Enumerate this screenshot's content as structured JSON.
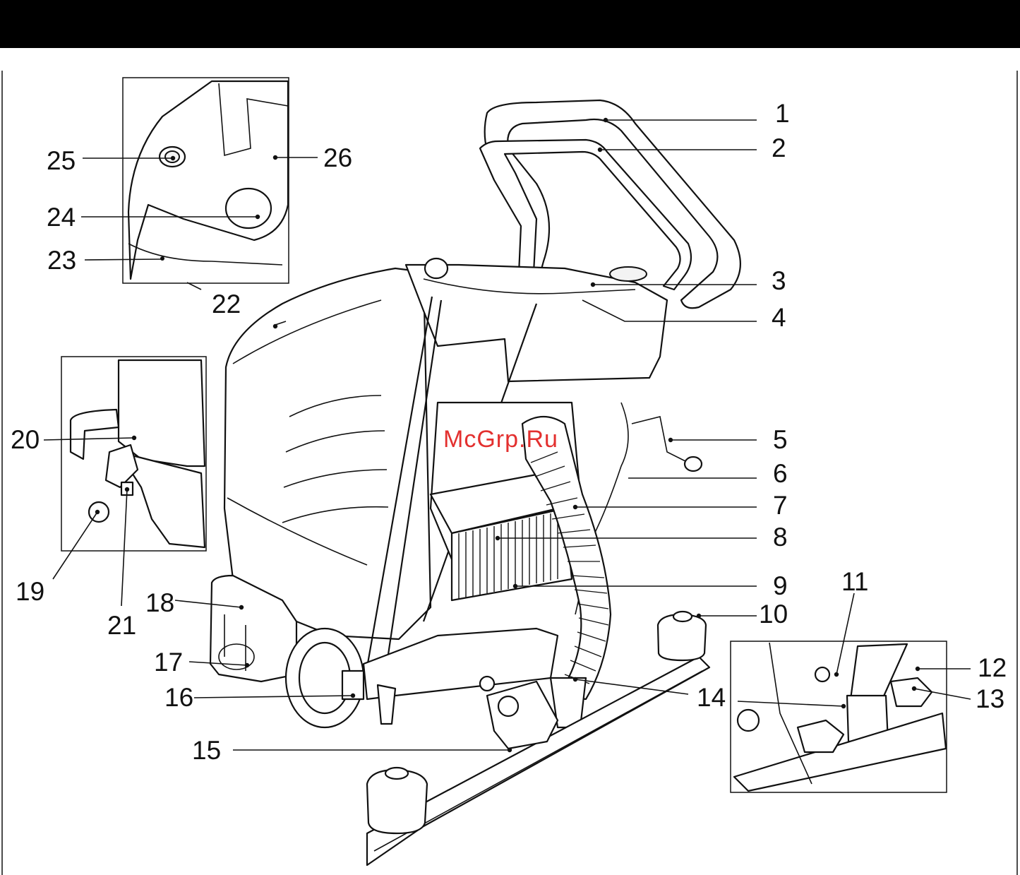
{
  "watermark": "McGrp.Ru",
  "callouts": [
    {
      "id": "1",
      "label": "1"
    },
    {
      "id": "2",
      "label": "2"
    },
    {
      "id": "3",
      "label": "3"
    },
    {
      "id": "4",
      "label": "4"
    },
    {
      "id": "5",
      "label": "5"
    },
    {
      "id": "6",
      "label": "6"
    },
    {
      "id": "7",
      "label": "7"
    },
    {
      "id": "8",
      "label": "8"
    },
    {
      "id": "9",
      "label": "9"
    },
    {
      "id": "10",
      "label": "10"
    },
    {
      "id": "11",
      "label": "11"
    },
    {
      "id": "12",
      "label": "12"
    },
    {
      "id": "13",
      "label": "13"
    },
    {
      "id": "14",
      "label": "14"
    },
    {
      "id": "15",
      "label": "15"
    },
    {
      "id": "16",
      "label": "16"
    },
    {
      "id": "17",
      "label": "17"
    },
    {
      "id": "18",
      "label": "18"
    },
    {
      "id": "19",
      "label": "19"
    },
    {
      "id": "20",
      "label": "20"
    },
    {
      "id": "21",
      "label": "21"
    },
    {
      "id": "22",
      "label": "22"
    },
    {
      "id": "23",
      "label": "23"
    },
    {
      "id": "24",
      "label": "24"
    },
    {
      "id": "25",
      "label": "25"
    },
    {
      "id": "26",
      "label": "26"
    }
  ]
}
